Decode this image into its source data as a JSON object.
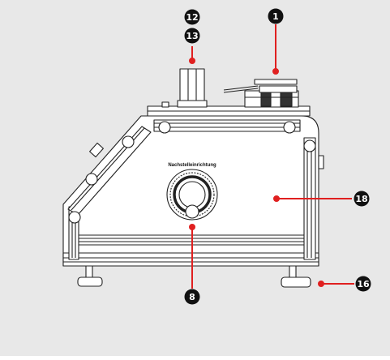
{
  "colors": {
    "background": "#e8e8e8",
    "leader": "#e02020",
    "badge": "#111111",
    "badge_text": "#ffffff",
    "outline": "#222222"
  },
  "device_label": "Nachstelleinrichtung",
  "callouts": {
    "c1": "1",
    "c12": "12",
    "c13": "13",
    "c18": "18",
    "c8": "8",
    "c16": "16"
  }
}
